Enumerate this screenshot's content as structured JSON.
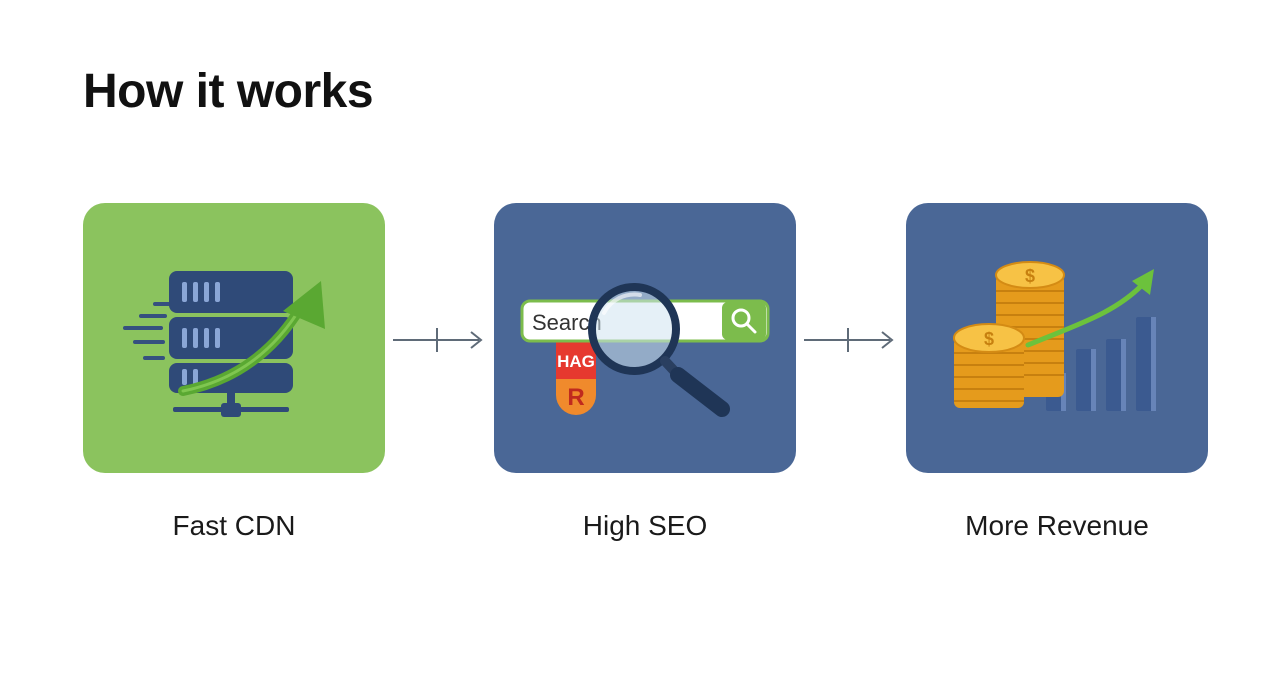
{
  "page": {
    "title": "How it works"
  },
  "steps": [
    {
      "label": "Fast CDN",
      "icon": "server-growth-icon",
      "card_color": "#8bc35e"
    },
    {
      "label": "High SEO",
      "icon": "search-magnifier-icon",
      "card_color": "#4a6796",
      "search_text": "Search",
      "tag_text": "HAG",
      "rank_text": "R"
    },
    {
      "label": "More Revenue",
      "icon": "coins-chart-icon",
      "card_color": "#4a6796",
      "coin_symbol": "$"
    }
  ],
  "colors": {
    "accent_green": "#8bc35e",
    "card_blue": "#4a6796",
    "server_navy": "#2f4a78",
    "growth_green": "#5aa832",
    "coin_gold": "#f5b026",
    "arrow_gray": "#5f6b78"
  }
}
